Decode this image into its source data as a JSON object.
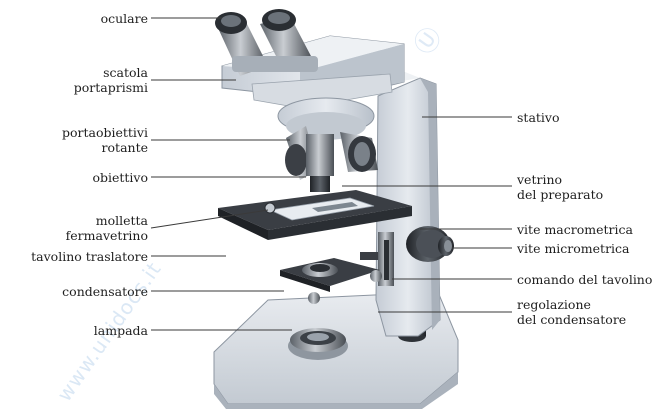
{
  "labels": {
    "oculare": "oculare",
    "scatola_l1": "scatola",
    "scatola_l2": "portaprismi",
    "portaobiettivi_l1": "portaobiettivi",
    "portaobiettivi_l2": "rotante",
    "obiettivo": "obiettivo",
    "molletta_l1": "molletta",
    "molletta_l2": "fermavetrino",
    "tavolino_traslatore": "tavolino traslatore",
    "condensatore": "condensatore",
    "lampada": "lampada",
    "stativo": "stativo",
    "vetrino_l1": "vetrino",
    "vetrino_l2": "del preparato",
    "vite_macrometrica": "vite macrometrica",
    "vite_micrometrica": "vite micrometrica",
    "comando_tavolino": "comando del tavolino",
    "regolazione_l1": "regolazione",
    "regolazione_l2": "del condensatore"
  },
  "watermark": {
    "text": "www.unidocs.it"
  },
  "colors": {
    "body_light": "#dfe4ea",
    "body_mid": "#c8cfd7",
    "body_dark": "#9ea7b2",
    "metal_dark": "#2f3338",
    "metal_mid": "#6e757d",
    "leader": "#3a3a3a",
    "watermark": "#dbe8f5"
  }
}
